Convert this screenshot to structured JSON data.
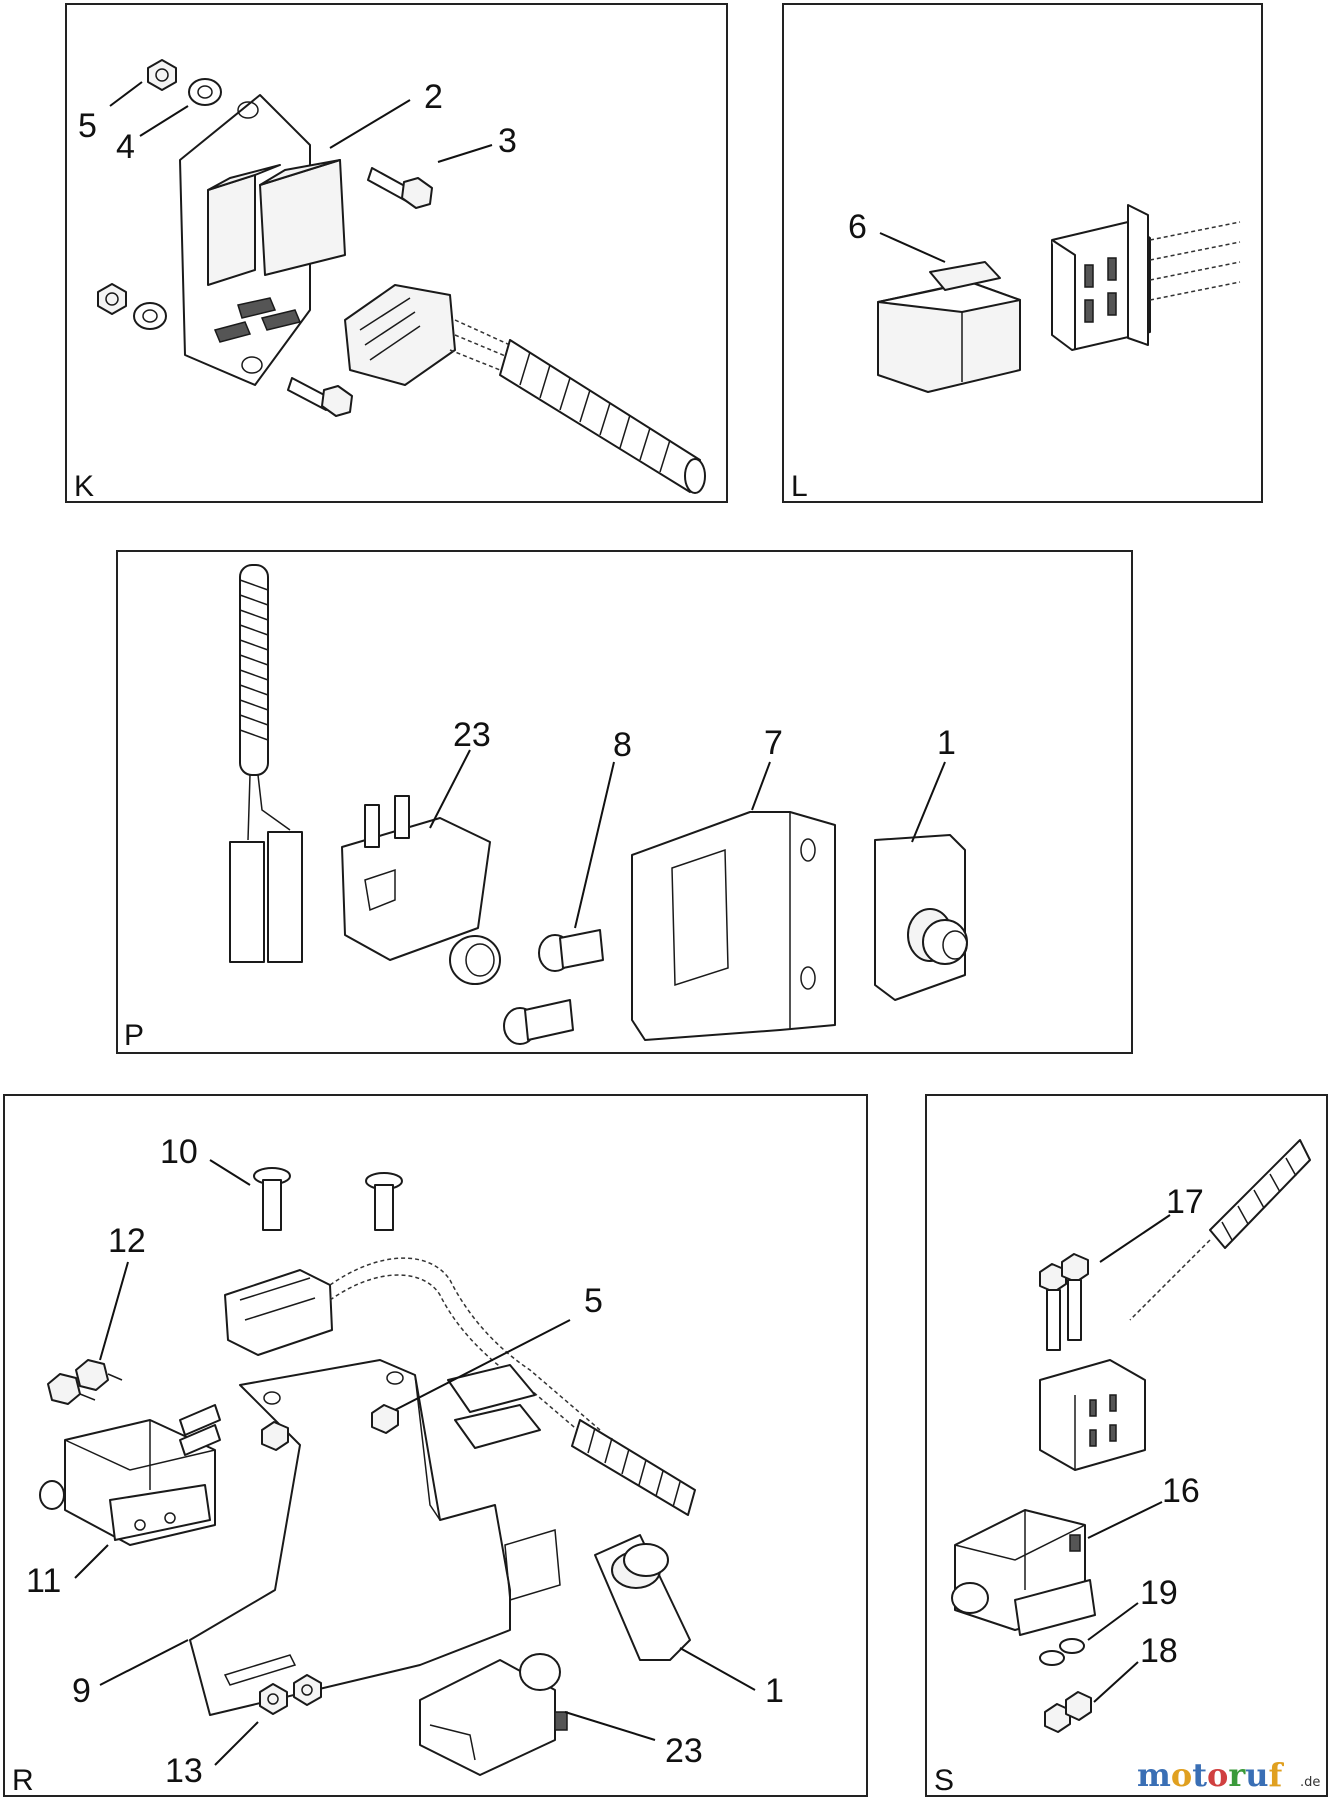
{
  "panels": {
    "K": {
      "label": "K",
      "callouts": {
        "c5": "5",
        "c4": "4",
        "c2": "2",
        "c3": "3"
      }
    },
    "L": {
      "label": "L",
      "callouts": {
        "c6": "6"
      }
    },
    "P": {
      "label": "P",
      "callouts": {
        "c23": "23",
        "c8": "8",
        "c7": "7",
        "c1": "1"
      }
    },
    "R": {
      "label": "R",
      "callouts": {
        "c10": "10",
        "c12": "12",
        "c5": "5",
        "c11": "11",
        "c9": "9",
        "c1": "1",
        "c13": "13",
        "c23": "23"
      }
    },
    "S": {
      "label": "S",
      "callouts": {
        "c17": "17",
        "c16": "16",
        "c19": "19",
        "c18": "18"
      }
    }
  },
  "watermark": {
    "letters": [
      "m",
      "o",
      "t",
      "o",
      "r",
      "u",
      "f"
    ],
    "letter_colors": [
      "#3a6fb5",
      "#e0a020",
      "#3a6fb5",
      "#d04040",
      "#3a9a3a",
      "#3a6fb5",
      "#e0a020"
    ],
    "suffix": ".de"
  }
}
